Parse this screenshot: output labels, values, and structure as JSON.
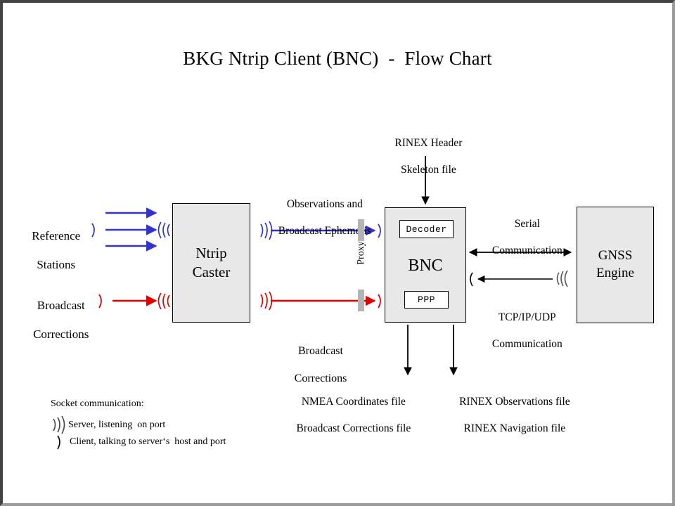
{
  "title": "BKG Ntrip Client (BNC)  -  Flow Chart",
  "colors": {
    "observation_stream": "#3333CC",
    "correction_stream": "#E00000",
    "node_fill": "#E8E8E8",
    "proxy_bar": "#B4B4B4",
    "outline": "#000000",
    "frame_dark": "#434343",
    "frame_light": "#9A9A9A"
  },
  "nodes": {
    "reference_stations": {
      "line1": "Reference",
      "line2": "Stations"
    },
    "broadcast_corrections_source": {
      "line1": "Broadcast",
      "line2": "Corrections"
    },
    "ntrip_caster": {
      "line1": "Ntrip",
      "line2": "Caster"
    },
    "bnc": {
      "label": "BNC",
      "decoder": "Decoder",
      "ppp": "PPP"
    },
    "gnss_engine": {
      "line1": "GNSS",
      "line2": "Engine"
    }
  },
  "labels": {
    "rinex_header": {
      "line1": "RINEX Header",
      "line2": "Skeleton file"
    },
    "observations_stream": {
      "line1": "Observations and",
      "line2": "Broadcast Ephemeris"
    },
    "corrections_stream": {
      "line1": "Broadcast",
      "line2": "Corrections"
    },
    "proxy": "Proxy",
    "serial": {
      "line1": "Serial",
      "line2": "Communication"
    },
    "tcpip": {
      "line1": "TCP/IP/UDP",
      "line2": "Communication"
    },
    "output_left": {
      "line1": "NMEA Coordinates file",
      "line2": "Broadcast Corrections file"
    },
    "output_right": {
      "line1": "RINEX Observations file",
      "line2": "RINEX Navigation file"
    }
  },
  "legend": {
    "title": "Socket communication:",
    "server": "Server, listening  on port",
    "client": "Client, talking to server‘s  host and port"
  }
}
